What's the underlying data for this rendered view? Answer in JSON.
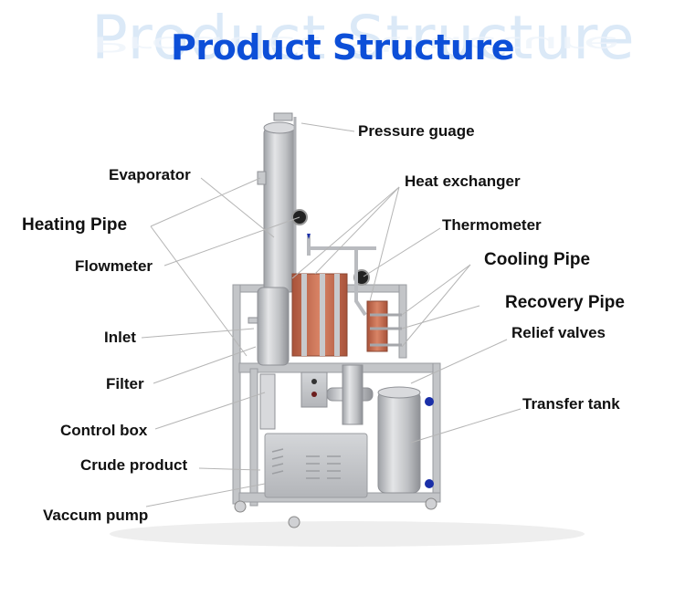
{
  "header": {
    "title": "Product Structure",
    "watermark": "Product Structure",
    "title_color": "#0d4fd8"
  },
  "labels": {
    "pressure_gauge": "Pressure guage",
    "evaporator": "Evaporator",
    "heat_exchanger": "Heat exchanger",
    "heating_pipe": "Heating Pipe",
    "thermometer": "Thermometer",
    "flowmeter": "Flowmeter",
    "cooling_pipe": "Cooling Pipe",
    "recovery_pipe": "Recovery Pipe",
    "inlet": "Inlet",
    "relief_valves": "Relief valves",
    "filter": "Filter",
    "transfer_tank": "Transfer tank",
    "control_box": "Control box",
    "crude_product": "Crude product",
    "vacuum_pump": "Vaccum pump"
  },
  "colors": {
    "steel": "#c9cbce",
    "copper": "#c0674a",
    "valve_blue": "#1a2fa8",
    "leader_line": "#b5b5b5"
  }
}
